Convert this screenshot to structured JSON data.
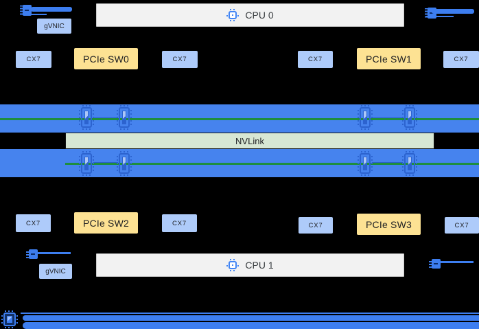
{
  "nodes": {
    "cpu0": "CPU 0",
    "cpu1": "CPU 1",
    "gvnic": [
      "gVNIC",
      "gVNIC"
    ],
    "nvlink": "NVLink",
    "pcie_sw": [
      "PCIe SW0",
      "PCIe SW1",
      "PCIe SW2",
      "PCIe SW3"
    ],
    "cx7": [
      "CX7",
      "CX7",
      "CX7",
      "CX7",
      "CX7",
      "CX7",
      "CX7",
      "CX7"
    ]
  },
  "icons": {
    "cpu": "chip-icon",
    "gpu": "gpu-chip-icon",
    "port": "nic-port-icon",
    "bottom_left": "chip-icon"
  },
  "colors": {
    "background": "#000000",
    "band_blue": "#4683ee",
    "box_blue": "#aecbfa",
    "box_yellow": "#fde293",
    "nvlink_fill": "#d7e7d4",
    "nvlink_border": "#111111",
    "green_line": "#1e8e3e",
    "icon_blue": "#4285f4",
    "nic_blue": "#3d7ef0",
    "gpu_pin": "#2c63cf",
    "cpu_box_fill": "#f2f2f2",
    "cpu_box_border": "#c9c9c9",
    "text_dark": "#202124"
  }
}
